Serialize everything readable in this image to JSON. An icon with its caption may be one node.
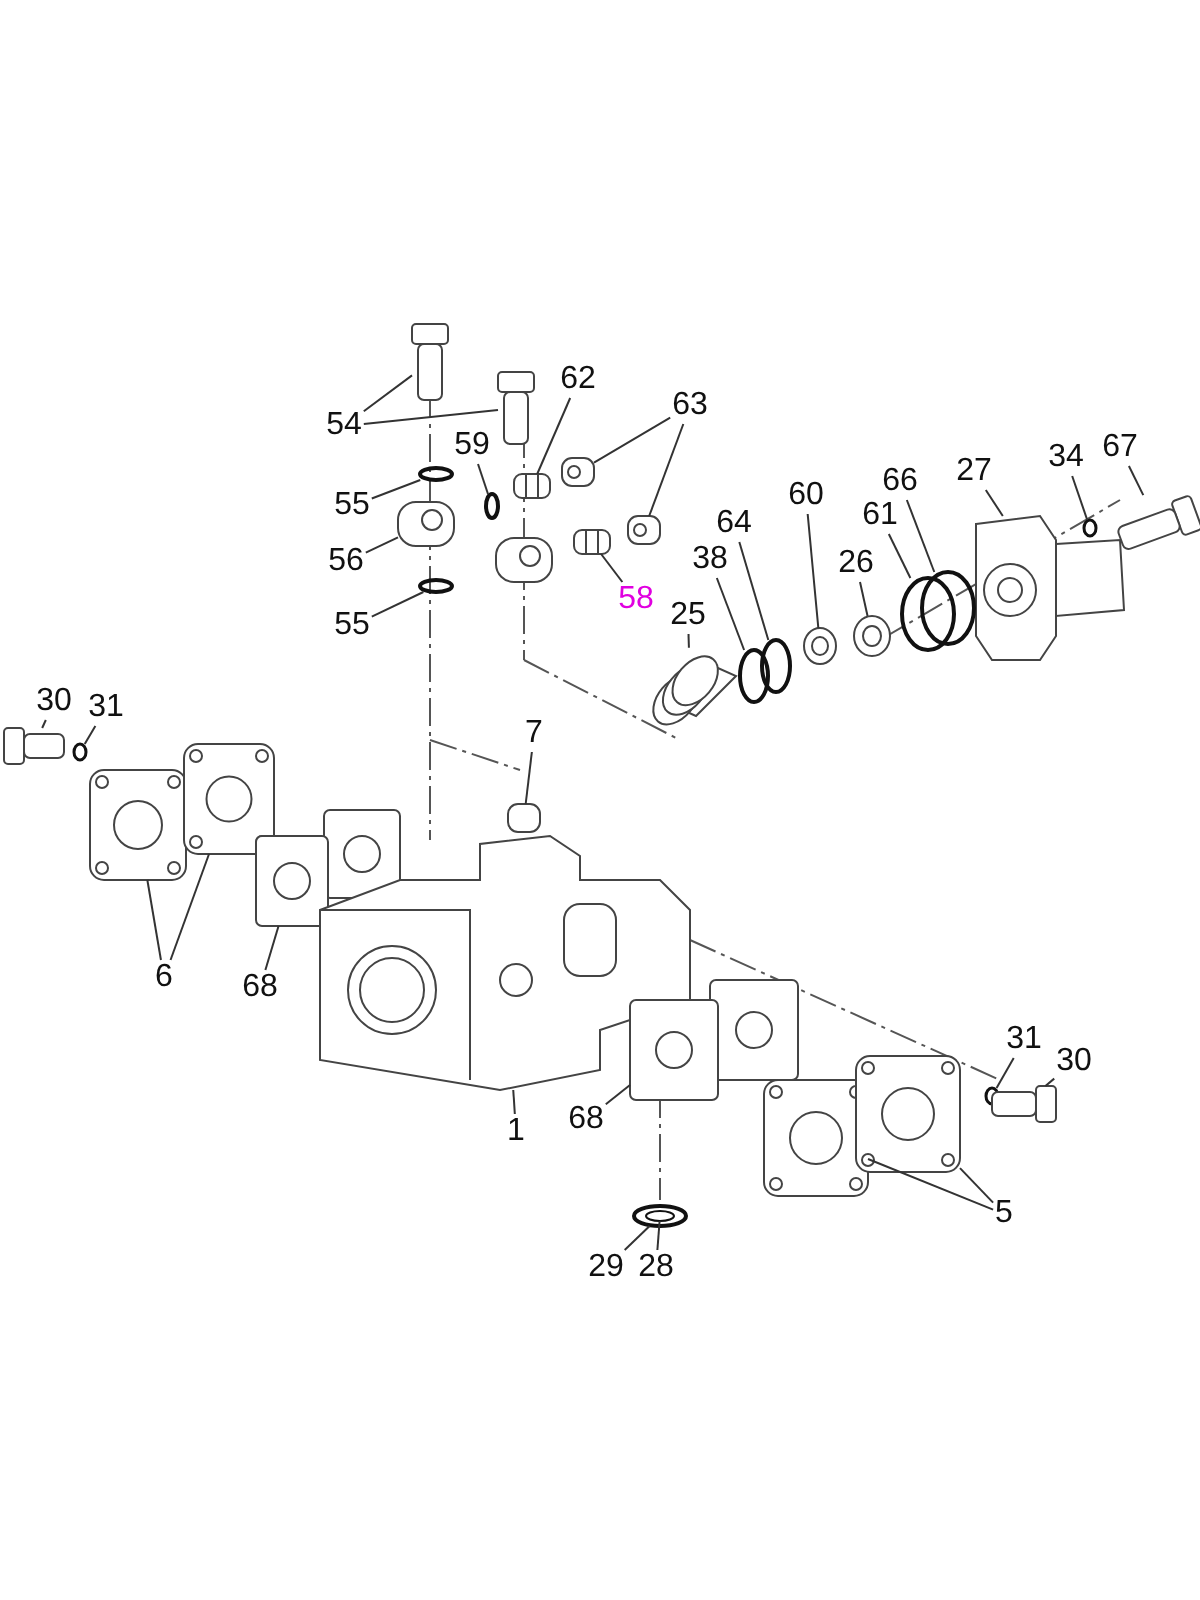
{
  "diagram": {
    "nodes": [
      {
        "text": [
          "54"
        ]
      },
      {
        "text": [
          "62"
        ]
      },
      {
        "text": [
          "63"
        ]
      },
      {
        "text": [
          "59"
        ]
      },
      {
        "text": [
          "55"
        ]
      },
      {
        "text": [
          "56"
        ]
      },
      {
        "text": [
          "58"
        ]
      },
      {
        "text": [
          "55"
        ]
      },
      {
        "text": [
          "67"
        ]
      },
      {
        "text": [
          "34"
        ]
      },
      {
        "text": [
          "27"
        ]
      },
      {
        "text": [
          "66"
        ]
      },
      {
        "text": [
          "64"
        ]
      },
      {
        "text": [
          "60"
        ]
      },
      {
        "text": [
          "61"
        ]
      },
      {
        "text": [
          "38"
        ]
      },
      {
        "text": [
          "26"
        ]
      },
      {
        "text": [
          "25"
        ]
      },
      {
        "text": [
          "30"
        ]
      },
      {
        "text": [
          "31"
        ]
      },
      {
        "text": [
          "7"
        ]
      },
      {
        "text": [
          "6"
        ]
      },
      {
        "text": [
          "68"
        ]
      },
      {
        "text": [
          "1"
        ]
      },
      {
        "text": [
          "68"
        ]
      },
      {
        "text": [
          "31"
        ]
      },
      {
        "text": [
          "30"
        ]
      },
      {
        "text": [
          "5"
        ]
      },
      {
        "text": [
          "29"
        ]
      },
      {
        "text": [
          "28"
        ]
      },
      {
        "text": [],
        "shape": "bolt"
      },
      {
        "text": [],
        "shape": "bolt"
      },
      {
        "text": [],
        "shape": "fitting"
      },
      {
        "text": [],
        "shape": "nut"
      },
      {
        "text": [],
        "shape": "nut"
      },
      {
        "text": [],
        "shape": "ring"
      },
      {
        "text": [],
        "shape": "ring"
      },
      {
        "text": [],
        "shape": "banjo"
      },
      {
        "text": [],
        "shape": "fitting"
      },
      {
        "text": [],
        "shape": "ring"
      },
      {
        "text": [],
        "shape": "bolt"
      },
      {
        "text": [],
        "shape": "washer"
      },
      {
        "text": [],
        "shape": "cover"
      },
      {
        "text": [],
        "shape": "ring"
      },
      {
        "text": [],
        "shape": "ring"
      },
      {
        "text": [],
        "shape": "bush"
      },
      {
        "text": [],
        "shape": "ring"
      },
      {
        "text": [],
        "shape": "ring"
      },
      {
        "text": [],
        "shape": "bush"
      },
      {
        "text": [],
        "shape": "sleeve"
      },
      {
        "text": [],
        "shape": "bolt"
      },
      {
        "text": [],
        "shape": "washer"
      },
      {
        "text": [],
        "shape": "plug"
      },
      {
        "text": [],
        "shape": "plate"
      },
      {
        "text": [],
        "shape": "plate"
      },
      {
        "text": [],
        "shape": "gasket"
      },
      {
        "text": [],
        "shape": "housing"
      },
      {
        "text": [],
        "shape": "gasket"
      },
      {
        "text": [],
        "shape": "washer"
      },
      {
        "text": [],
        "shape": "bolt"
      },
      {
        "text": [],
        "shape": "plate"
      },
      {
        "text": [],
        "shape": "plate"
      },
      {
        "text": [],
        "shape": "ring"
      },
      {
        "text": [],
        "shape": "ring",
        "in": 62
      }
    ],
    "edges": [
      {
        "from": 0,
        "to": 30,
        "arrow": "none"
      },
      {
        "from": 0,
        "to": 31,
        "arrow": "none"
      },
      {
        "from": 1,
        "to": 32,
        "arrow": "none"
      },
      {
        "from": 2,
        "to": 33,
        "arrow": "none"
      },
      {
        "from": 2,
        "to": 34,
        "arrow": "none"
      },
      {
        "from": 3,
        "to": 35,
        "arrow": "none"
      },
      {
        "from": 4,
        "to": 36,
        "arrow": "none"
      },
      {
        "from": 5,
        "to": 37,
        "arrow": "none"
      },
      {
        "from": 6,
        "to": 38,
        "arrow": "none"
      },
      {
        "from": 7,
        "to": 39,
        "arrow": "none"
      },
      {
        "from": 8,
        "to": 40,
        "arrow": "none"
      },
      {
        "from": 9,
        "to": 41,
        "arrow": "none"
      },
      {
        "from": 10,
        "to": 42,
        "arrow": "none"
      },
      {
        "from": 11,
        "to": 43,
        "arrow": "none"
      },
      {
        "from": 12,
        "to": 44,
        "arrow": "none"
      },
      {
        "from": 13,
        "to": 45,
        "arrow": "none"
      },
      {
        "from": 14,
        "to": 46,
        "arrow": "none"
      },
      {
        "from": 15,
        "to": 47,
        "arrow": "none"
      },
      {
        "from": 16,
        "to": 48,
        "arrow": "none"
      },
      {
        "from": 17,
        "to": 49,
        "arrow": "none"
      },
      {
        "from": 18,
        "to": 50,
        "arrow": "none"
      },
      {
        "from": 19,
        "to": 51,
        "arrow": "none"
      },
      {
        "from": 20,
        "to": 52,
        "arrow": "none"
      },
      {
        "from": 21,
        "to": 53,
        "arrow": "none"
      },
      {
        "from": 21,
        "to": 54,
        "arrow": "none"
      },
      {
        "from": 22,
        "to": 55,
        "arrow": "none"
      },
      {
        "from": 23,
        "to": 56,
        "arrow": "none"
      },
      {
        "from": 24,
        "to": 57,
        "arrow": "none"
      },
      {
        "from": 25,
        "to": 58,
        "arrow": "none"
      },
      {
        "from": 26,
        "to": 59,
        "arrow": "none"
      },
      {
        "from": 27,
        "to": 60,
        "arrow": "none"
      },
      {
        "from": 27,
        "to": 61,
        "arrow": "none"
      },
      {
        "from": 28,
        "to": 62,
        "arrow": "none"
      },
      {
        "from": 29,
        "to": 63,
        "arrow": "none"
      }
    ]
  }
}
